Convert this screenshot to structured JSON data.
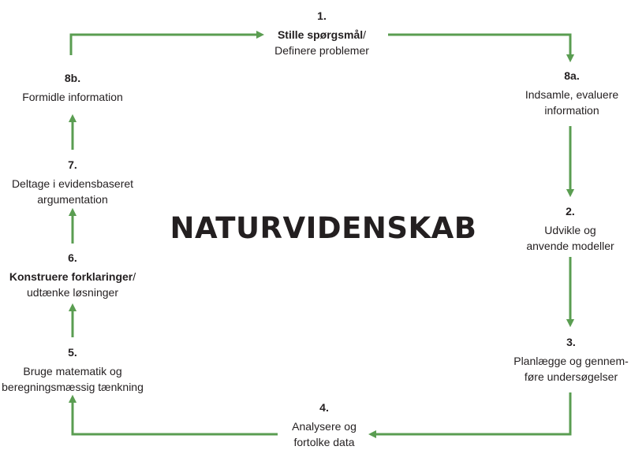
{
  "title": "NATURVIDENSKAB",
  "colors": {
    "arrow": "#5a9d51",
    "text": "#231f20"
  },
  "nodes": {
    "n1": {
      "number": "1.",
      "line1_bold": "Stille spørgsmål",
      "line1_rest": "/",
      "line2": "Definere problemer"
    },
    "n8a": {
      "number": "8a.",
      "line1": "Indsamle, evaluere",
      "line2": "information"
    },
    "n2": {
      "number": "2.",
      "line1": "Udvikle og",
      "line2": "anvende modeller"
    },
    "n3": {
      "number": "3.",
      "line1": "Planlægge og gennem-",
      "line2": "føre undersøgelser"
    },
    "n4": {
      "number": "4.",
      "line1": "Analysere og",
      "line2": "fortolke data"
    },
    "n5": {
      "number": "5.",
      "line1": "Bruge matematik og",
      "line2": "beregningsmæssig tænkning"
    },
    "n6": {
      "number": "6.",
      "line1_bold": "Konstruere forklaringer",
      "line1_rest": "/",
      "line2": "udtænke løsninger"
    },
    "n7": {
      "number": "7.",
      "line1": "Deltage i evidensbaseret",
      "line2": "argumentation"
    },
    "n8b": {
      "number": "8b.",
      "line1": "Formidle information"
    }
  }
}
